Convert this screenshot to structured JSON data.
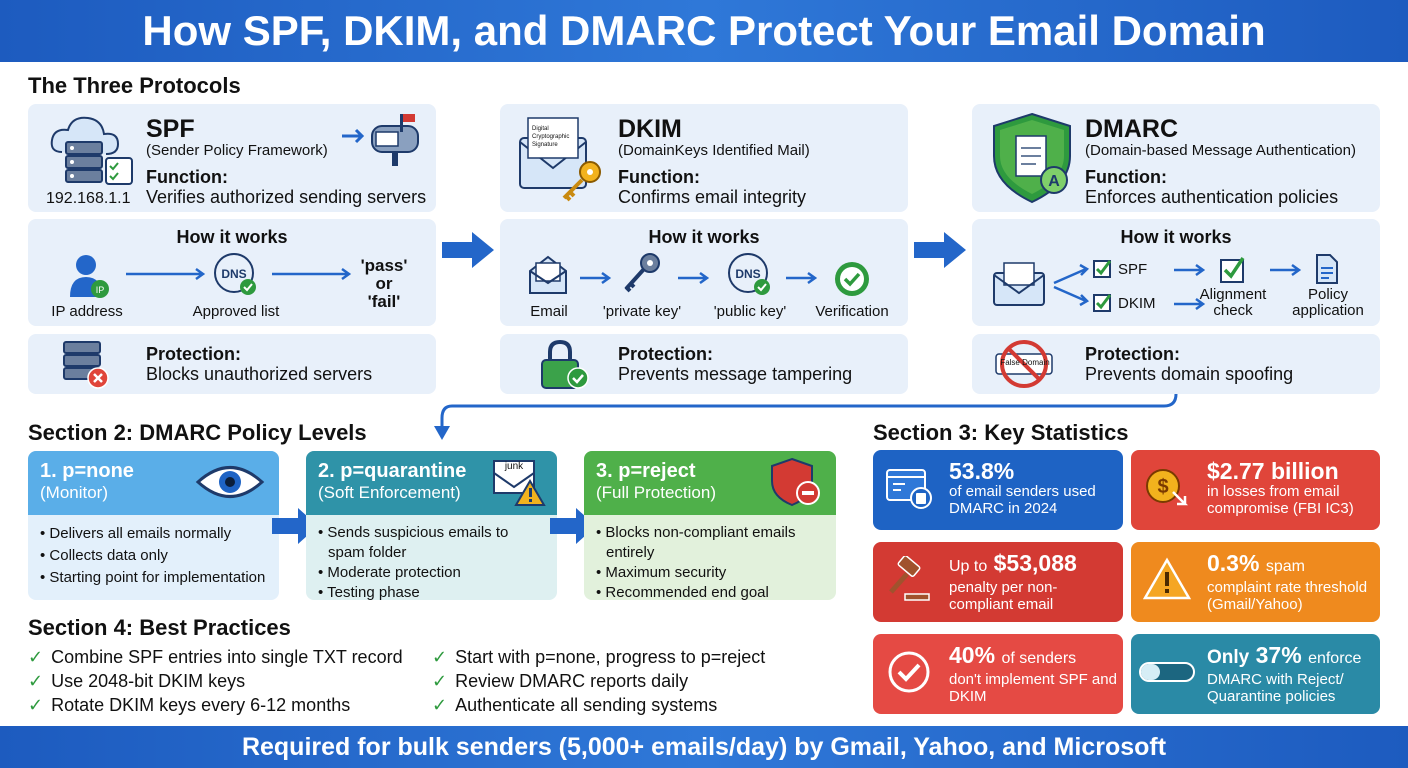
{
  "title": "How SPF, DKIM, and DMARC Protect Your Email Domain",
  "section1": {
    "title": "The Three Protocols"
  },
  "protocols": [
    {
      "name": "SPF",
      "full": "(Sender Policy Framework)",
      "function_label": "Function:",
      "function": "Verifies authorized sending servers",
      "icon_caption": "192.168.1.1",
      "how_title": "How it works",
      "steps": [
        "IP address",
        "Approved list",
        "'pass'",
        "or",
        "'fail'"
      ],
      "protection_label": "Protection:",
      "protection": "Blocks unauthorized servers"
    },
    {
      "name": "DKIM",
      "full": "(DomainKeys Identified Mail)",
      "function_label": "Function:",
      "function": "Confirms email integrity",
      "icon_caption": "Digital Cryptographic Signature",
      "how_title": "How it works",
      "steps": [
        "Email",
        "'private key'",
        "'public key'",
        "Verification"
      ],
      "protection_label": "Protection:",
      "protection": "Prevents message tampering"
    },
    {
      "name": "DMARC",
      "full": "(Domain-based Message Authentication)",
      "function_label": "Function:",
      "function": "Enforces authentication policies",
      "how_title": "How it works",
      "steps": [
        "SPF",
        "DKIM",
        "Alignment check",
        "Policy application"
      ],
      "protection_label": "Protection:",
      "protection": "Prevents domain spoofing",
      "protection_icon_text": "False Domain"
    }
  ],
  "section2": {
    "title": "Section 2: DMARC Policy Levels",
    "policies": [
      {
        "name": "1. p=none",
        "mode": "(Monitor)",
        "color": "#5aaee8",
        "bullets": [
          "Delivers all emails normally",
          "Collects data only",
          "Starting point for implementation"
        ]
      },
      {
        "name": "2. p=quarantine",
        "mode": "(Soft Enforcement)",
        "color": "#2f93a8",
        "icon_text": "junk",
        "bullets": [
          "Sends suspicious emails to",
          "spam folder",
          "Moderate protection",
          "Testing phase"
        ]
      },
      {
        "name": "3. p=reject",
        "mode": "(Full Protection)",
        "color": "#4fb04a",
        "bullets": [
          "Blocks non-compliant emails",
          "entirely",
          "Maximum security",
          "Recommended end goal"
        ]
      }
    ]
  },
  "section3": {
    "title": "Section 3: Key Statistics",
    "stats": [
      {
        "big": "53.8%",
        "text": "of email senders used DMARC in 2024",
        "color": "#1e63c4",
        "icon": "dmarc-browser-icon"
      },
      {
        "big": "$2.77 billion",
        "text": "in losses from email compromise (FBI IC3)",
        "color": "#e0453a",
        "icon": "money-loss-icon"
      },
      {
        "prefix": "Up to",
        "big": "$53,088",
        "text": "penalty per non-compliant email",
        "color": "#d33a33",
        "icon": "gavel-icon"
      },
      {
        "big": "0.3%",
        "suffix": "spam",
        "text": "complaint rate threshold (Gmail/Yahoo)",
        "color": "#ef8a1e",
        "icon": "warning-icon"
      },
      {
        "big": "40%",
        "suffix": "of senders",
        "text": "don't implement SPF and DKIM",
        "color": "#e54a44",
        "icon": "check-circle-icon"
      },
      {
        "prefix": "Only",
        "big": "37%",
        "suffix": "enforce",
        "text": "DMARC with Reject/ Quarantine policies",
        "color": "#2a8aa6",
        "icon": "progress-icon",
        "progress": 0.37
      }
    ]
  },
  "section4": {
    "title": "Section 4: Best Practices",
    "left": [
      "Combine SPF entries into single TXT record",
      "Use 2048-bit DKIM keys",
      "Rotate DKIM keys every 6-12 months"
    ],
    "right": [
      "Start with p=none, progress to p=reject",
      "Review DMARC reports daily",
      "Authenticate all sending systems"
    ]
  },
  "footer": "Required for bulk senders (5,000+ emails/day) by Gmail, Yahoo, and Microsoft"
}
